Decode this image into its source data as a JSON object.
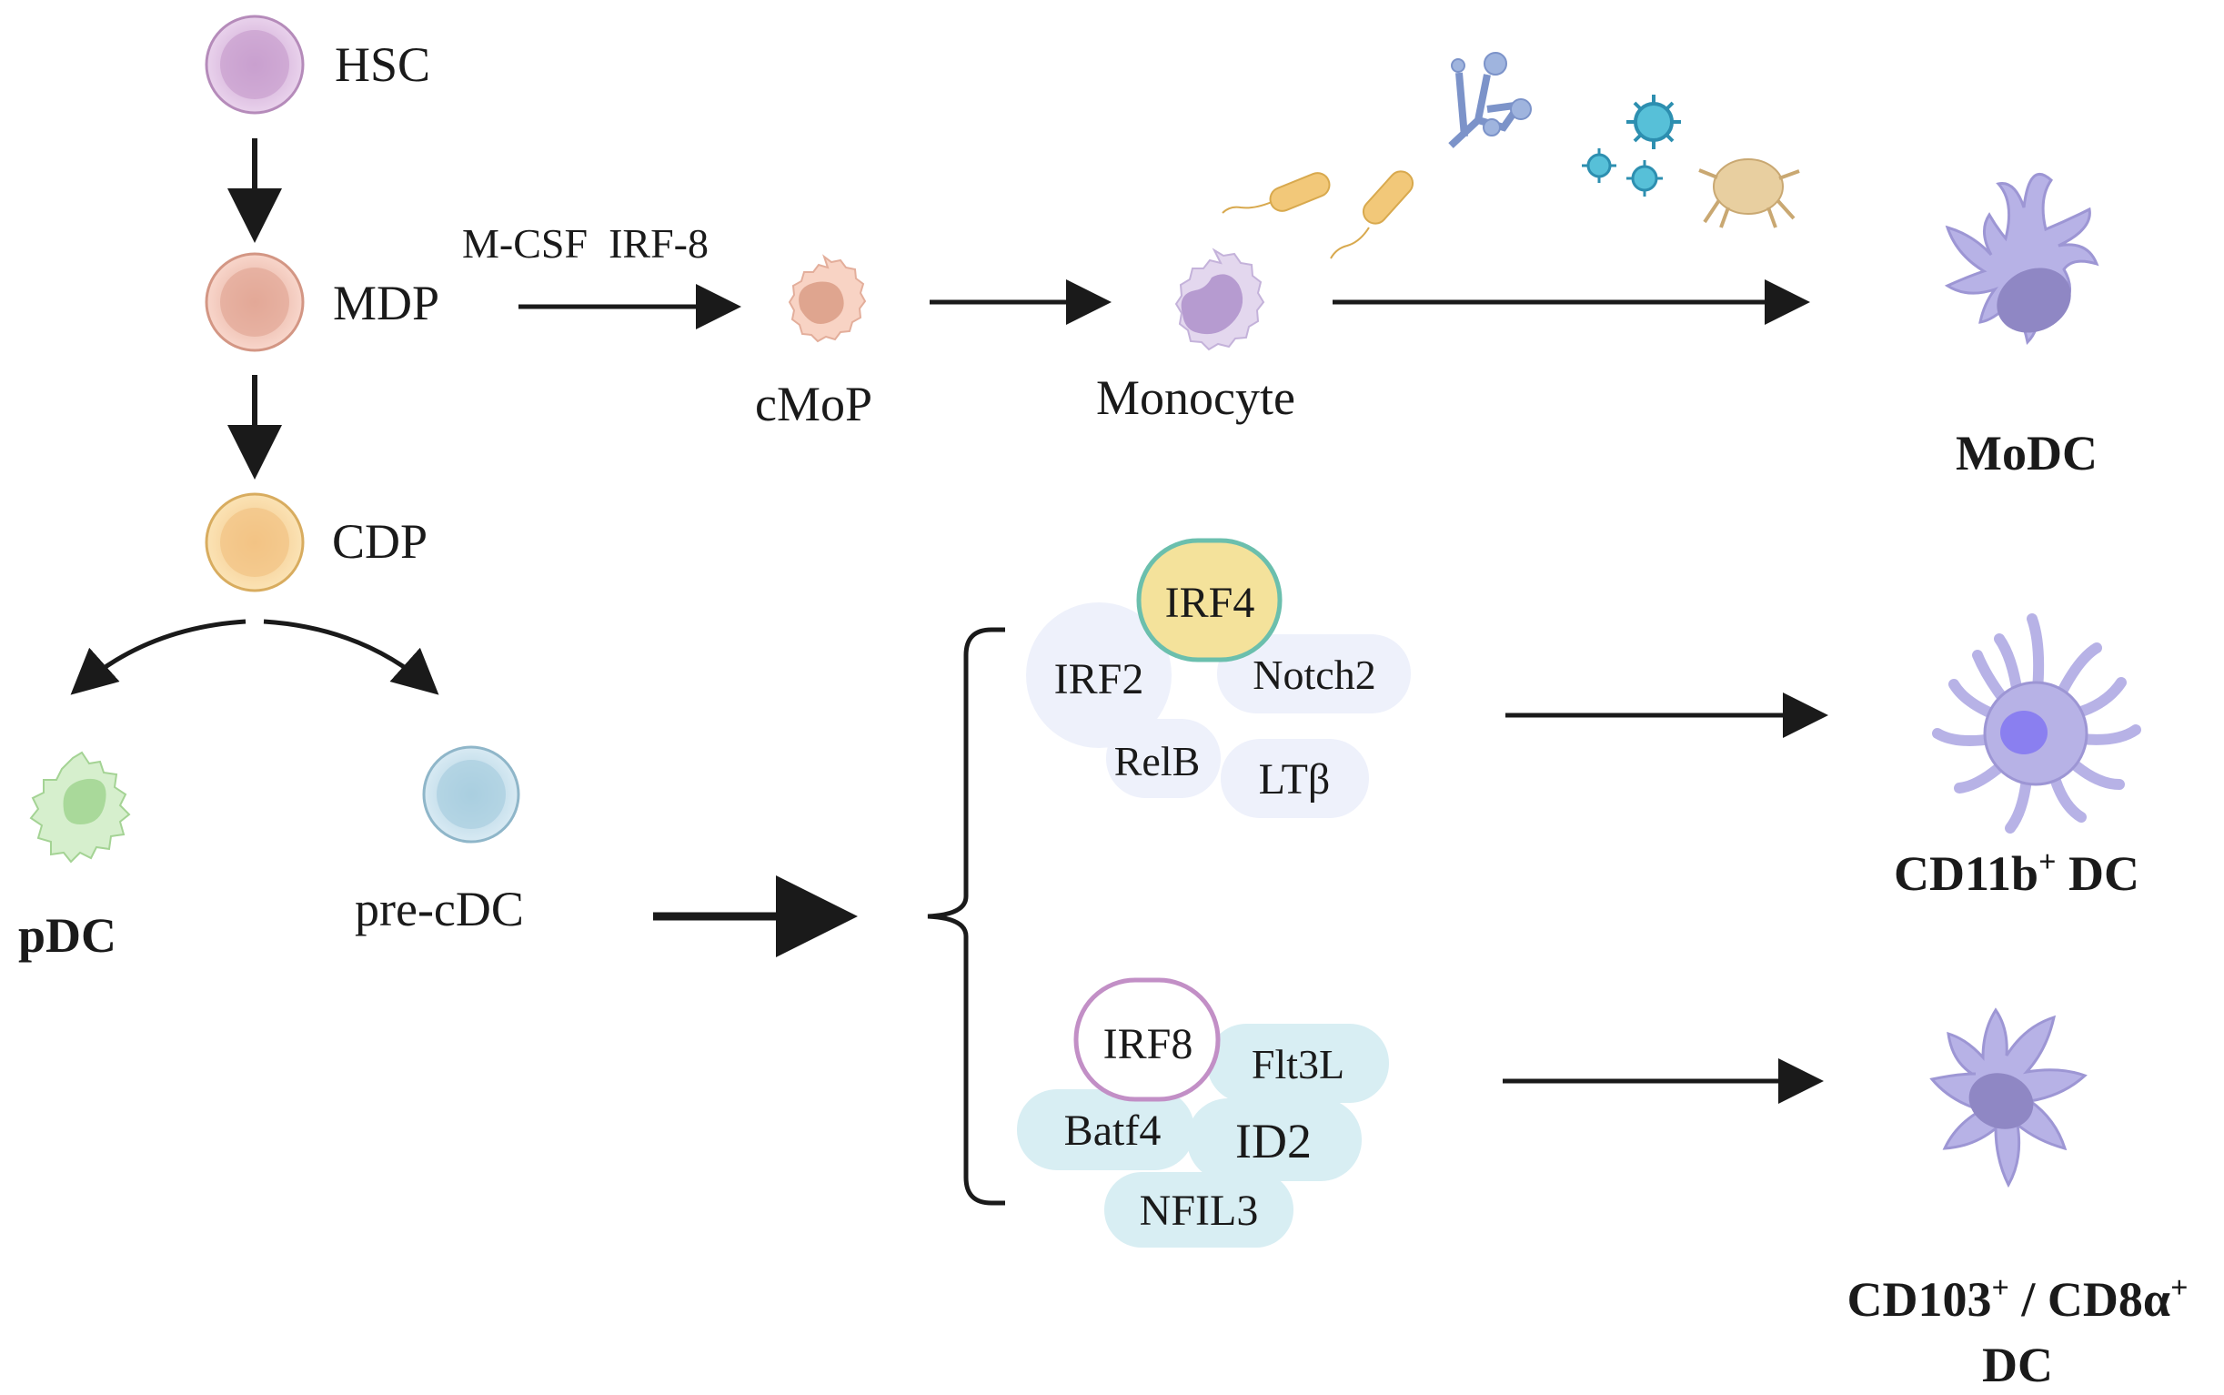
{
  "nodes": {
    "hsc": "HSC",
    "mdp": "MDP",
    "cdp": "CDP",
    "cmop": "cMoP",
    "monocyte": "Monocyte",
    "modc": "MoDC",
    "pdc": "pDC",
    "pre_cdc": "pre-cDC"
  },
  "mdp_to_cmop_factors": "M-CSF  IRF-8",
  "cd11b_group": {
    "factors": [
      "IRF4",
      "IRF2",
      "Notch2",
      "RelB",
      "LTβ"
    ],
    "result": {
      "main": "CD11b",
      "sup": "+",
      "tail": " DC"
    }
  },
  "cd103_group": {
    "factors": [
      "IRF8",
      "Flt3L",
      "Batf4",
      "ID2",
      "NFIL3"
    ],
    "result": {
      "a": "CD103",
      "a_sup": "+",
      "b": " / CD8α",
      "b_sup": "+",
      "line2": "DC"
    }
  },
  "colors": {
    "hsc": "#d9b3dc",
    "mdp": "#f0b8a8",
    "cdp": "#f6cf8a",
    "pdc": "#bfe5b2",
    "pre_cdc": "#b8d8e6",
    "dc_body": "#b7b2e6",
    "irf4": "#f4e29b",
    "irf4_border": "#6bbfad",
    "irf8_border": "#c28fc6",
    "pale_blue": "#eef1fb",
    "pale_cyan": "#d8eef3",
    "arrow": "#1a1a1a"
  },
  "icons": [
    "bacteria-icon",
    "fungus-icon",
    "virus-icon",
    "dust-mite-icon"
  ]
}
